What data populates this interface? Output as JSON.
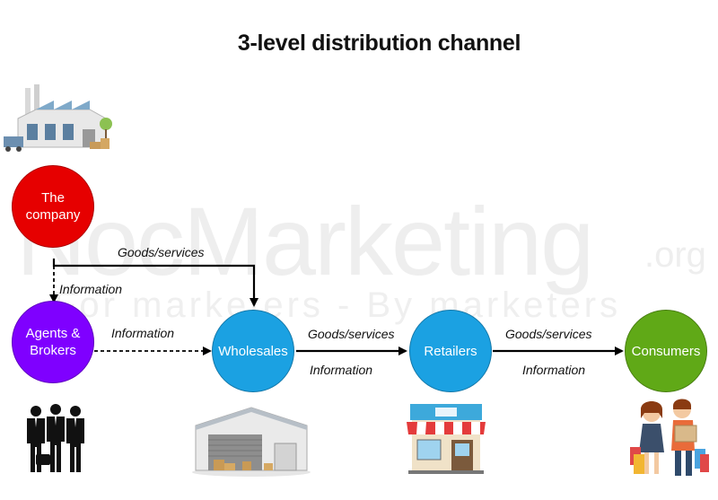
{
  "title": "3-level distribution channel",
  "watermark": {
    "brand": "NocMarketing",
    "domain": ".org",
    "tagline": "For marketers - By marketers"
  },
  "nodes": {
    "company": {
      "label": "The company",
      "color": "#e60000"
    },
    "agents": {
      "label": "Agents & Brokers",
      "color": "#7f00ff"
    },
    "wholesales": {
      "label": "Wholesales",
      "color": "#1ba1e2"
    },
    "retailers": {
      "label": "Retailers",
      "color": "#1ba1e2"
    },
    "consumers": {
      "label": "Consumers",
      "color": "#60a917"
    }
  },
  "edges": {
    "company_goods": "Goods/services",
    "company_info": "Information",
    "agents_info": "Information",
    "wholesale_goods": "Goods/services",
    "wholesale_info": "Information",
    "retail_goods": "Goods/services",
    "retail_info": "Information"
  },
  "icons": {
    "factory": "factory-icon",
    "people": "business-people-icon",
    "warehouse": "warehouse-icon",
    "store": "store-icon",
    "shoppers": "shoppers-icon"
  }
}
